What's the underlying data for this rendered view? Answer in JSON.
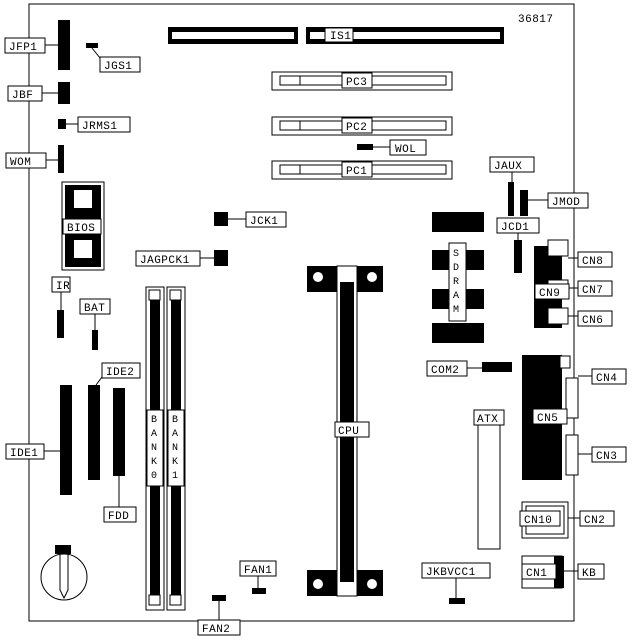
{
  "board_id": "36817",
  "connectors": {
    "is1": "IS1",
    "pc1": "PC1",
    "pc2": "PC2",
    "pc3": "PC3",
    "jfp1": "JFP1",
    "jgs1": "JGS1",
    "jbf": "JBF",
    "jrms1": "JRMS1",
    "wom": "WOM",
    "wol": "WOL",
    "bios": "BIOS",
    "jck1": "JCK1",
    "jagpck1": "JAGPCK1",
    "jaux": "JAUX",
    "jmod": "JMOD",
    "jcd1": "JCD1",
    "sdram": "SDRAM",
    "cn8": "CN8",
    "cn9": "CN9",
    "cn7": "CN7",
    "cn6": "CN6",
    "ir": "IR",
    "bat": "BAT",
    "com2": "COM2",
    "cn4": "CN4",
    "cn5": "CN5",
    "cn3": "CN3",
    "ide2": "IDE2",
    "ide1": "IDE1",
    "bank0": "BANK0",
    "bank1": "BANK1",
    "cpu": "CPU",
    "atx": "ATX",
    "fdd": "FDD",
    "cn10": "CN10",
    "cn2": "CN2",
    "fan1": "FAN1",
    "jkbvcc1": "JKBVCC1",
    "cn1": "CN1",
    "kb": "KB",
    "fan2": "FAN2"
  }
}
